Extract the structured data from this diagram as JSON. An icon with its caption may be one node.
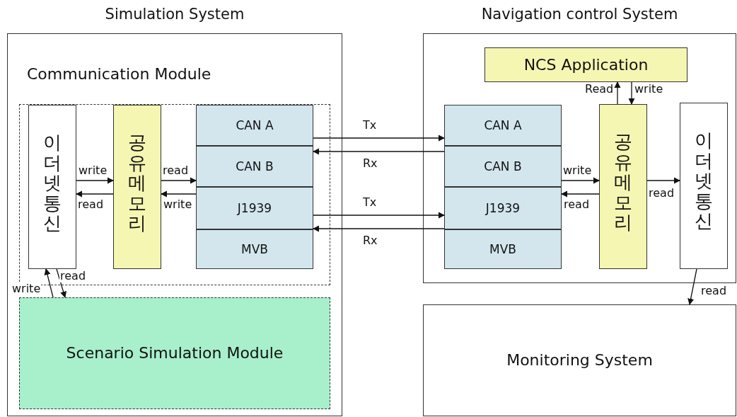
{
  "diagram": {
    "nodes": [
      {
        "text": [
          "Simulation System"
        ]
      },
      {
        "text": [
          "Communication Module"
        ],
        "in": 0
      },
      {
        "text": [
          "이더넷 통신"
        ],
        "in": 1
      },
      {
        "text": [
          "공유메모리"
        ],
        "in": 1
      },
      {
        "text": [
          "CAN A"
        ],
        "in": 1
      },
      {
        "text": [
          "CAN B"
        ],
        "in": 1
      },
      {
        "text": [
          "J1939"
        ],
        "in": 1
      },
      {
        "text": [
          "MVB"
        ],
        "in": 1
      },
      {
        "text": [
          "Scenario Simulation Module"
        ],
        "in": 0
      },
      {
        "text": [
          "Navigation control System"
        ]
      },
      {
        "text": [
          "NCS Application"
        ],
        "in": 9
      },
      {
        "text": [
          "CAN A"
        ],
        "in": 9
      },
      {
        "text": [
          "CAN B"
        ],
        "in": 9
      },
      {
        "text": [
          "J1939"
        ],
        "in": 9
      },
      {
        "text": [
          "MVB"
        ],
        "in": 9
      },
      {
        "text": [
          "공유메모리"
        ],
        "in": 9
      },
      {
        "text": [
          "이더넷 통신"
        ],
        "in": 9
      },
      {
        "text": [
          "Monitoring System"
        ]
      }
    ],
    "edges": [
      {
        "from": 2,
        "to": 3,
        "arrow": "to",
        "label": "write"
      },
      {
        "from": 3,
        "to": 2,
        "arrow": "to",
        "label": "read"
      },
      {
        "from": 3,
        "to": 5,
        "arrow": "to",
        "label": "read"
      },
      {
        "from": 6,
        "to": 3,
        "arrow": "to",
        "label": "write"
      },
      {
        "from": 4,
        "to": 11,
        "arrow": "to",
        "label": "Tx"
      },
      {
        "from": 12,
        "to": 5,
        "arrow": "to",
        "label": "Rx"
      },
      {
        "from": 6,
        "to": 13,
        "arrow": "to",
        "label": "Tx"
      },
      {
        "from": 14,
        "to": 7,
        "arrow": "to",
        "label": "Rx"
      },
      {
        "from": 12,
        "to": 15,
        "arrow": "to",
        "label": "write"
      },
      {
        "from": 15,
        "to": 13,
        "arrow": "to",
        "label": "read"
      },
      {
        "from": 15,
        "to": 16,
        "arrow": "to",
        "label": "read"
      },
      {
        "from": 15,
        "to": 10,
        "arrow": "to",
        "label": "Read"
      },
      {
        "from": 10,
        "to": 15,
        "arrow": "to",
        "label": "write"
      },
      {
        "from": 16,
        "to": 17,
        "arrow": "to",
        "label": "read"
      },
      {
        "from": 8,
        "to": 2,
        "arrow": "to",
        "label": "write"
      },
      {
        "from": 2,
        "to": 8,
        "arrow": "to",
        "label": "read"
      }
    ]
  }
}
